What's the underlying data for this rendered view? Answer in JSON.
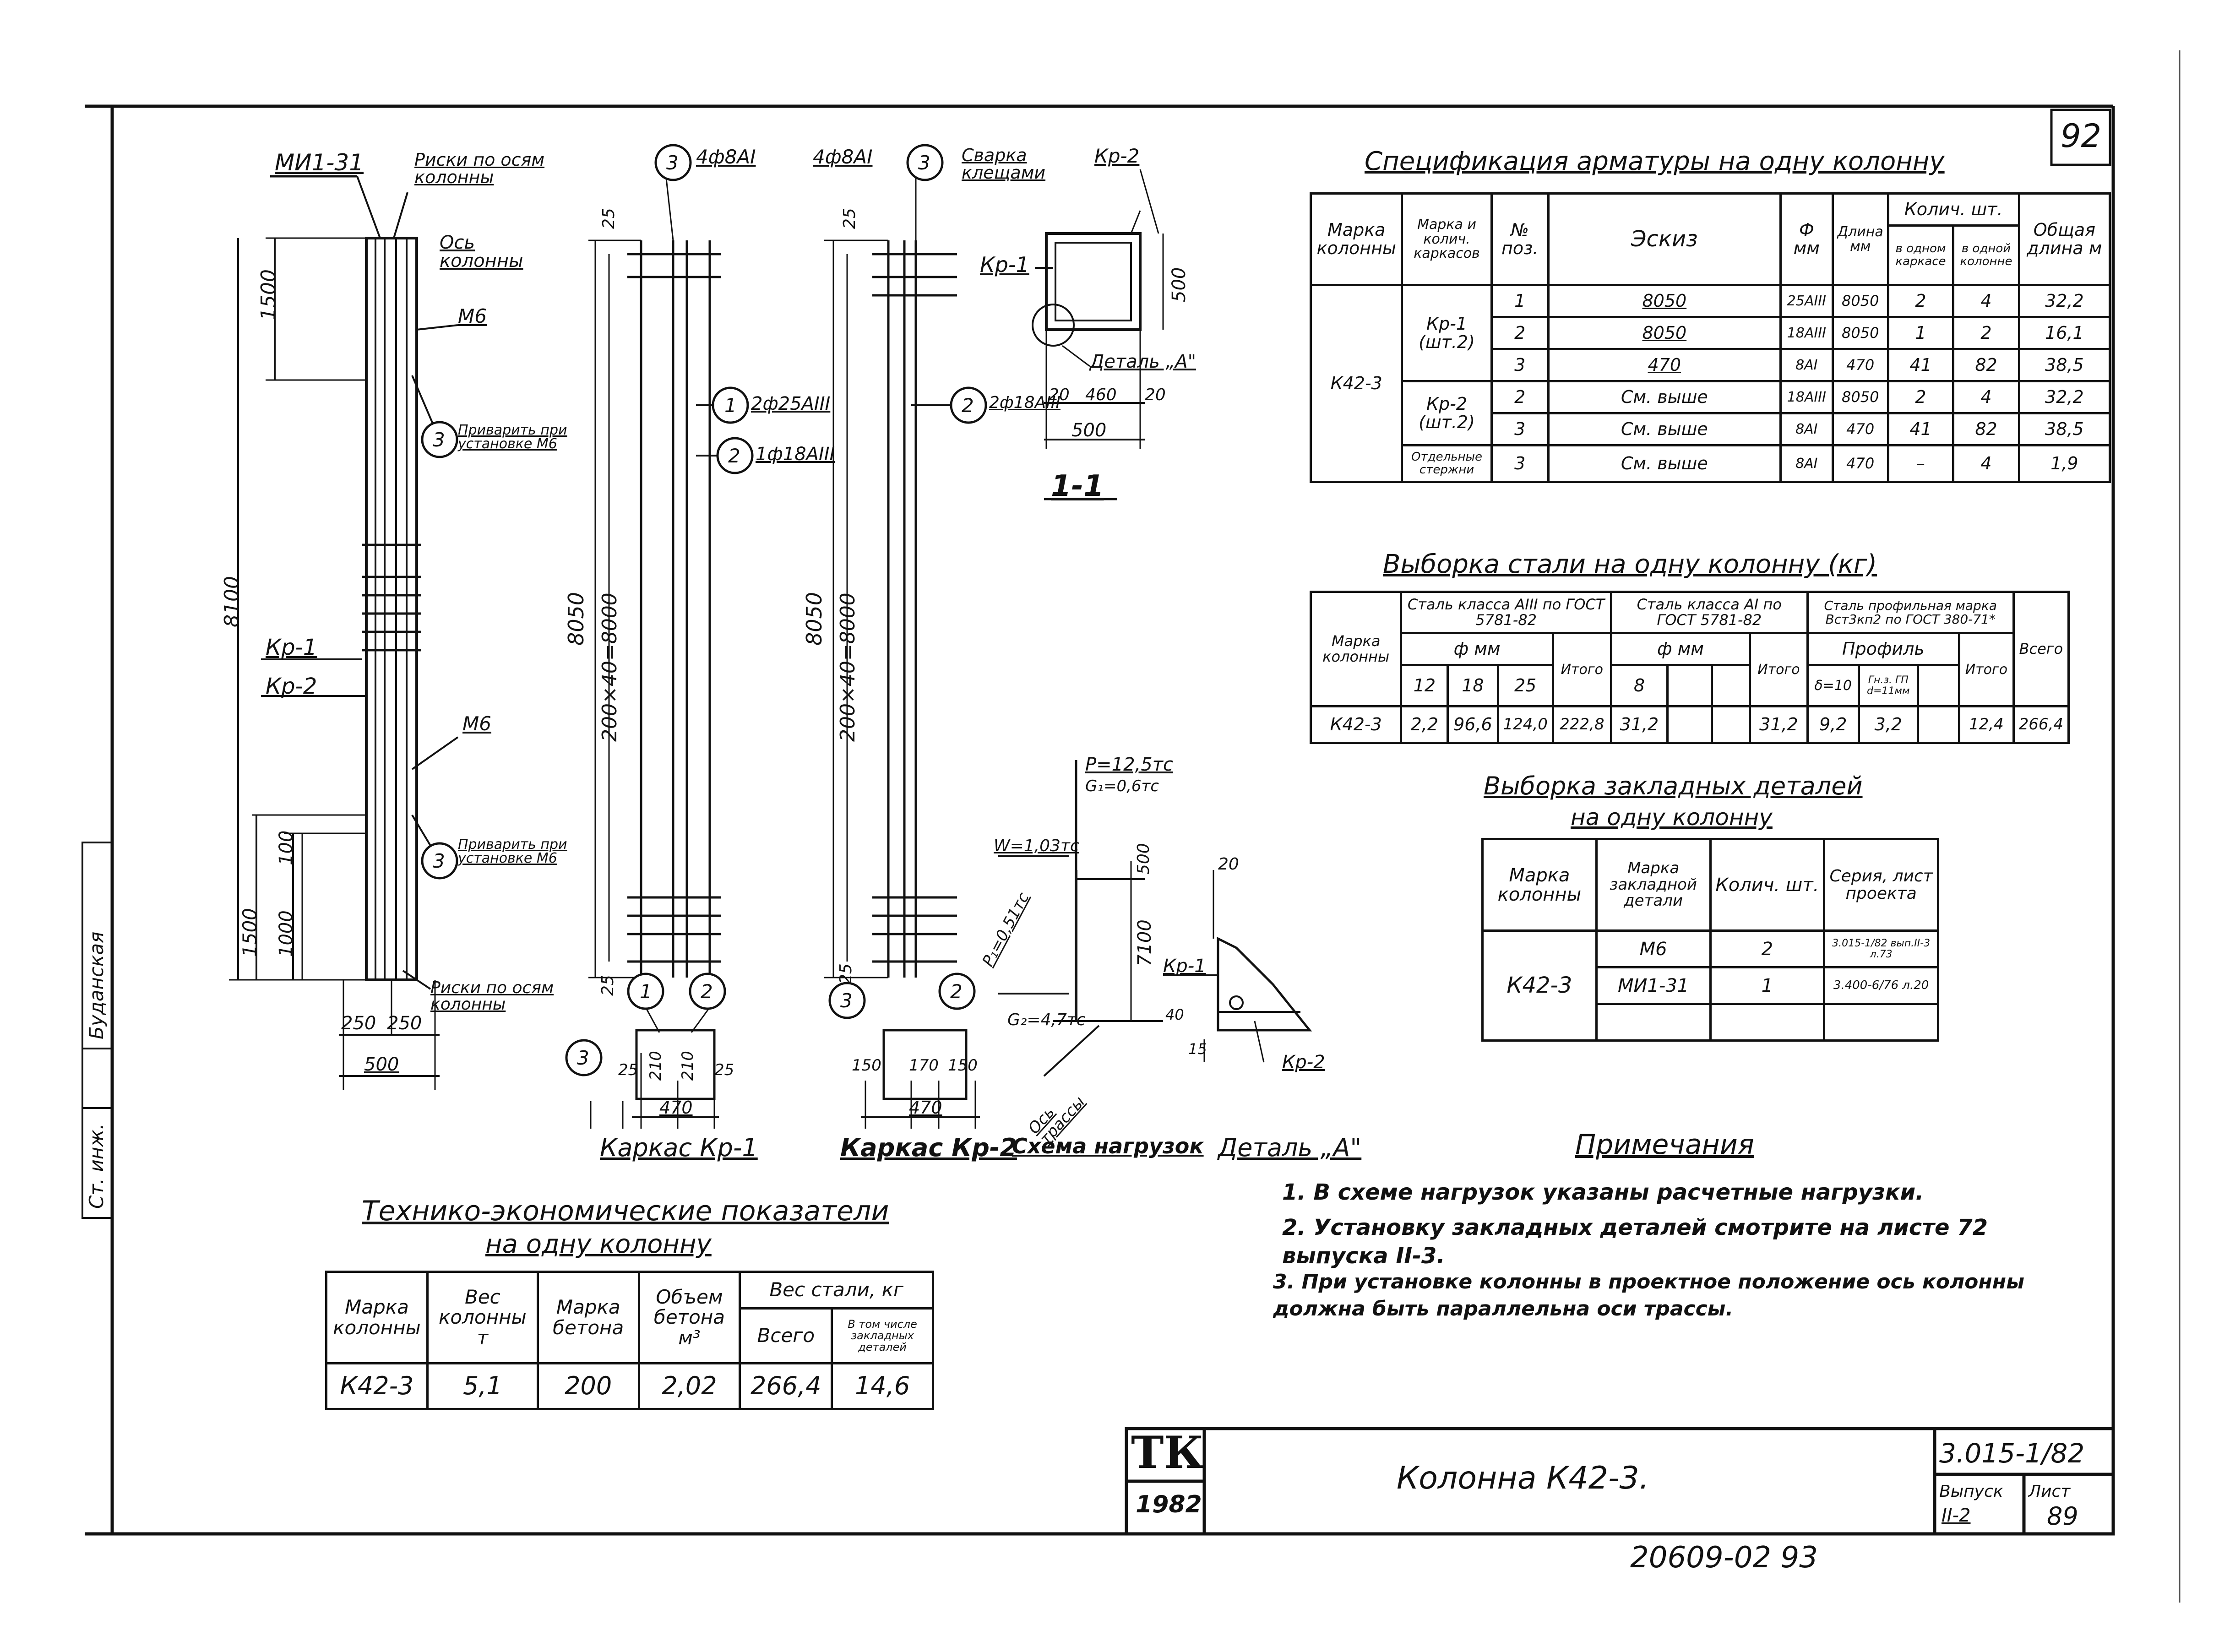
{
  "sheet": {
    "page_number": "92",
    "archive_number": "20609-02 93"
  },
  "drawing": {
    "column": {
      "mark_top": "МИ1-31",
      "risk_top": "Риски по осям колонны",
      "axis_label": "Ось колонны",
      "m6_top": "М6",
      "weld_note_top": "Приварить при установке М6",
      "weld_note_bottom": "Приварить при установке М6",
      "m6_bottom": "М6",
      "kr1": "Кр-1",
      "kr2": "Кр-2",
      "risk_bottom": "Риски по осям колонны",
      "dim_1500_top": "1500",
      "dim_8100": "8100",
      "dim_1500_bottom": "1500",
      "dim_100": "100",
      "dim_1000": "1000",
      "dim_250a": "250",
      "dim_250b": "250",
      "dim_500": "500",
      "callout_3": "3"
    },
    "kr1_frame": {
      "top_label": "4ф8АI",
      "pos1_label": "2ф25АIII",
      "pos2_label": "1ф18АIII",
      "dim_25_top": "25",
      "dim_25_bottom": "25",
      "dim_8050": "8050",
      "dim_spacing": "200×40=8000",
      "d25a": "25",
      "d210a": "210",
      "d210b": "210",
      "d25b": "25",
      "d470": "470",
      "caption": "Каркас Кр-1",
      "c1": "1",
      "c2": "2",
      "c3": "3"
    },
    "kr2_frame": {
      "top_label": "4ф8АI",
      "pos2_label": "2ф18АIII",
      "dim_25_top": "25",
      "dim_25_bottom": "25",
      "dim_8050": "8050",
      "dim_spacing": "200×40=8000",
      "d150a": "150",
      "d170": "170",
      "d150b": "150",
      "d470": "470",
      "caption": "Каркас Кр-2",
      "c2": "2",
      "c3": "3"
    },
    "section": {
      "weld_label": "Сварка клещами",
      "kr2": "Кр-2",
      "kr1": "Кр-1",
      "detail_label": "Деталь „А\"",
      "dim_500_side": "500",
      "d20a": "20",
      "d460": "460",
      "d20b": "20",
      "d500": "500",
      "title": "1-1",
      "c3": "3"
    },
    "load_scheme": {
      "p": "P=12,5тс",
      "g1": "G₁=0,6тс",
      "w": "W=1,03тс",
      "p1": "P₁=0,51тс",
      "g2": "G₂=4,7тс",
      "d500": "500",
      "d7100": "7100",
      "axis": "Ось трассы",
      "caption": "Схема нагрузок"
    },
    "detail_a": {
      "d20": "20",
      "kr1": "Кр-1",
      "kr2": "Кр-2",
      "d40": "40",
      "d15": "15",
      "caption": "Деталь „А\""
    }
  },
  "spec_table": {
    "title": "Спецификация арматуры на одну колонну",
    "headers": {
      "mark": "Марка колонны",
      "mark_qty": "Марка и колич. каркасов",
      "pos": "№ поз.",
      "sketch": "Эскиз",
      "dia": "Ф мм",
      "length": "Длина мм",
      "qty_group": "Колич. шт.",
      "qty_frame": "в одном каркасе",
      "qty_column": "в одной колонне",
      "total_length": "Общая длина м"
    },
    "column_mark": "К42-3",
    "rows": [
      {
        "frame": "Кр-1 (шт.2)",
        "pos": "1",
        "sketch": "8050",
        "dia": "25АIII",
        "length": "8050",
        "qf": "2",
        "qc": "4",
        "total": "32,2"
      },
      {
        "frame": "",
        "pos": "2",
        "sketch": "8050",
        "dia": "18АIII",
        "length": "8050",
        "qf": "1",
        "qc": "2",
        "total": "16,1"
      },
      {
        "frame": "",
        "pos": "3",
        "sketch": "470",
        "dia": "8АI",
        "length": "470",
        "qf": "41",
        "qc": "82",
        "total": "38,5"
      },
      {
        "frame": "Кр-2 (шт.2)",
        "pos": "2",
        "sketch": "См. выше",
        "dia": "18АIII",
        "length": "8050",
        "qf": "2",
        "qc": "4",
        "total": "32,2"
      },
      {
        "frame": "",
        "pos": "3",
        "sketch": "См. выше",
        "dia": "8АI",
        "length": "470",
        "qf": "41",
        "qc": "82",
        "total": "38,5"
      },
      {
        "frame": "Отдельные стержни",
        "pos": "3",
        "sketch": "См. выше",
        "dia": "8АI",
        "length": "470",
        "qf": "–",
        "qc": "4",
        "total": "1,9"
      }
    ]
  },
  "steel_table": {
    "title": "Выборка стали на одну колонну (кг)",
    "headers": {
      "mark": "Марка колонны",
      "class_a3": "Сталь класса АIII по ГОСТ 5781-82",
      "class_a1": "Сталь класса АI по ГОСТ 5781-82",
      "profile": "Сталь профильная марка Вст3кп2 по ГОСТ 380-71*",
      "phi_mm": "ф мм",
      "phi_mm2": "ф мм",
      "profile_sub": "Профиль",
      "d12": "12",
      "d18": "18",
      "d25": "25",
      "total1": "Итого",
      "d8": "8",
      "total2": "Итого",
      "p1": "δ=10",
      "p2": "Гн.з. ГП d=11мм",
      "total3": "Итого",
      "grand": "Всего"
    },
    "row": {
      "mark": "К42-3",
      "v12": "2,2",
      "v18": "96,6",
      "v25": "124,0",
      "t1": "222,8",
      "v8": "31,2",
      "t2": "31,2",
      "p1": "9,2",
      "p2": "3,2",
      "t3": "12,4",
      "grand": "266,4"
    }
  },
  "embed_table": {
    "title": "Выборка закладных деталей",
    "subtitle": "на одну колонну",
    "headers": {
      "mark": "Марка колонны",
      "detail": "Марка закладной детали",
      "qty": "Колич. шт.",
      "series": "Серия, лист проекта"
    },
    "column_mark": "К42-3",
    "rows": [
      {
        "detail": "М6",
        "qty": "2",
        "series": "3.015-1/82 вып.II-3 л.73"
      },
      {
        "detail": "МИ1-31",
        "qty": "1",
        "series": "3.400-6/76 л.20"
      }
    ]
  },
  "tech_table": {
    "title": "Технико-экономические показатели",
    "subtitle": "на одну колонну",
    "headers": {
      "mark": "Марка колонны",
      "weight": "Вес колонны т",
      "concrete": "Марка бетона",
      "volume": "Объем бетона м³",
      "steel_group": "Вес стали, кг",
      "total": "Всего",
      "incl": "В том числе закладных деталей"
    },
    "row": {
      "mark": "К42-3",
      "weight": "5,1",
      "concrete": "200",
      "volume": "2,02",
      "total": "266,4",
      "incl": "14,6"
    }
  },
  "notes": {
    "title": "Примечания",
    "items": [
      "1. В схеме нагрузок указаны расчетные нагрузки.",
      "2. Установку закладных деталей смотрите на листе 72 выпуска II-3.",
      "3. При установке колонны в проектное положение ось колонны должна быть параллельна оси трассы."
    ]
  },
  "title_block": {
    "logo": "ТК",
    "year": "1982",
    "name": "Колонна К42-3.",
    "series": "3.015-1/82",
    "issue_label": "Выпуск",
    "issue": "II-2",
    "sheet_label": "Лист",
    "sheet": "89"
  },
  "left_margin": {
    "position": "Ст. инж.",
    "name": "Буданская"
  }
}
